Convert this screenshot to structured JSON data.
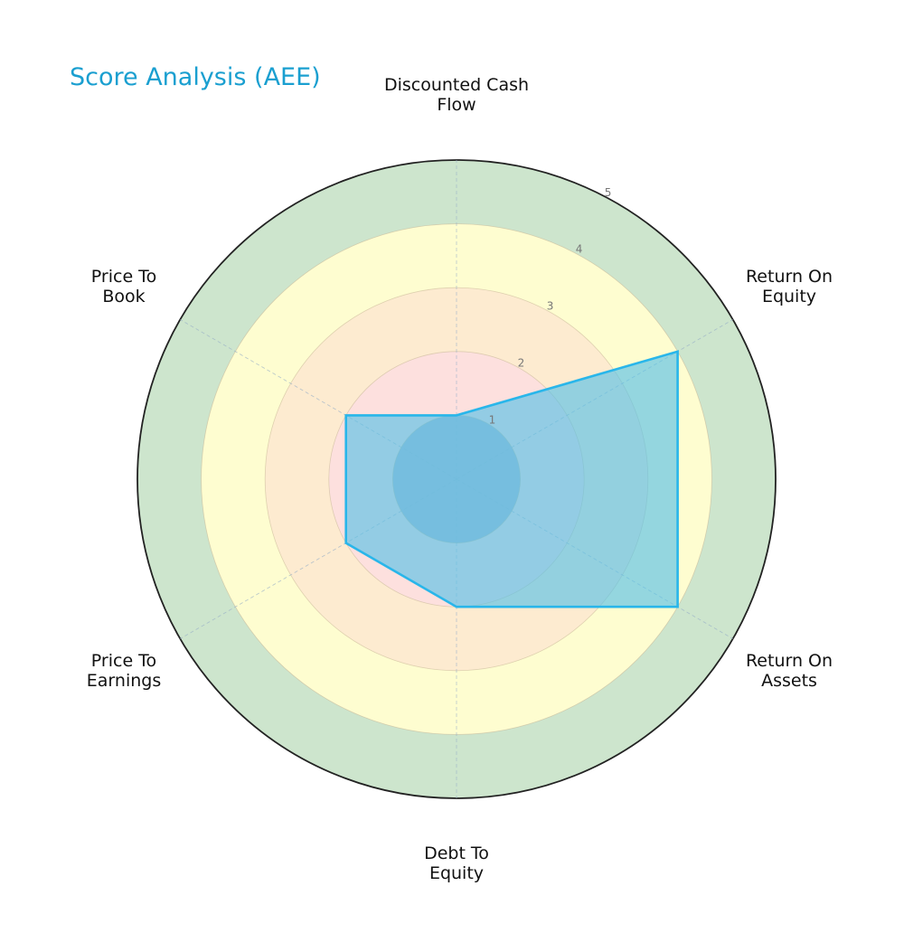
{
  "title": "Score Analysis (AEE)",
  "colors": {
    "title": "#1a9fd0",
    "series_line": "#29b6ea",
    "series_fill": "#5bc2e7",
    "band_0_1": "#a9b8d0",
    "band_1_2": "#fde0de",
    "band_2_3": "#fdebd0",
    "band_3_4": "#fefdd0",
    "band_4_5": "#cde5cd"
  },
  "chart_data": {
    "type": "radar",
    "title": "Score Analysis (AEE)",
    "categories": [
      "Discounted Cash Flow",
      "Return On Equity",
      "Return On Assets",
      "Debt To Equity",
      "Price To Earnings",
      "Price To Book"
    ],
    "series": [
      {
        "name": "AEE",
        "values": [
          1,
          4,
          4,
          2,
          2,
          2
        ]
      }
    ],
    "rlim": [
      0,
      5
    ],
    "rticks": [
      1,
      2,
      3,
      4,
      5
    ],
    "grid": true,
    "legend": null
  },
  "labels": {
    "dcf": "Discounted Cash\nFlow",
    "roe": "Return On\nEquity",
    "roa": "Return On\nAssets",
    "de": "Debt To\nEquity",
    "pe": "Price To\nEarnings",
    "pb": "Price To\nBook"
  },
  "ticks": [
    "1",
    "2",
    "3",
    "4",
    "5"
  ]
}
